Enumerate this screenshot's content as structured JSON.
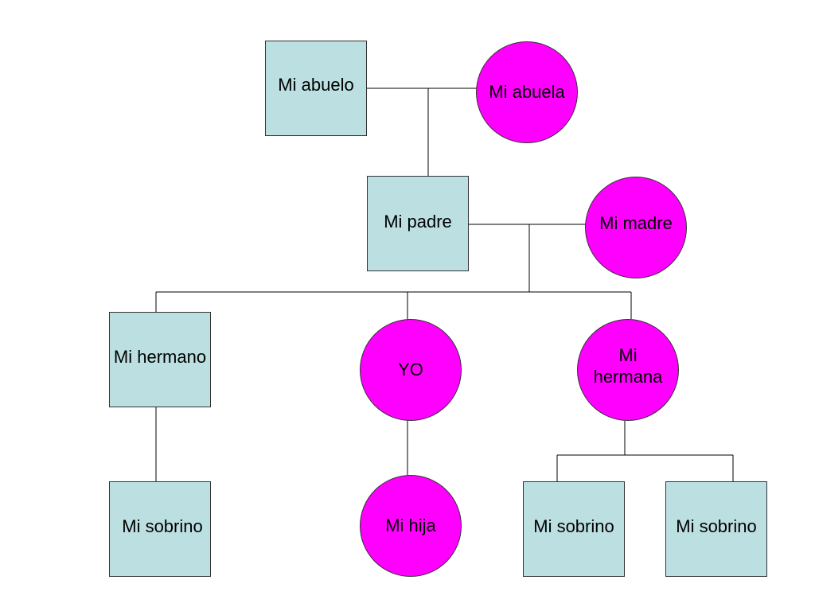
{
  "colors": {
    "male_fill": "#bcdfe2",
    "female_fill": "#ff00ff",
    "line": "#000000"
  },
  "people": {
    "abuelo": "Mi abuelo",
    "abuela": "Mi abuela",
    "padre": "Mi padre",
    "madre": "Mi madre",
    "hermano": "Mi hermano",
    "yo": "YO",
    "hermana": "Mi hermana",
    "sobrino_1": "Mi sobrino",
    "hija": "Mi hija",
    "sobrino_2": "Mi sobrino",
    "sobrino_3": "Mi sobrino"
  }
}
